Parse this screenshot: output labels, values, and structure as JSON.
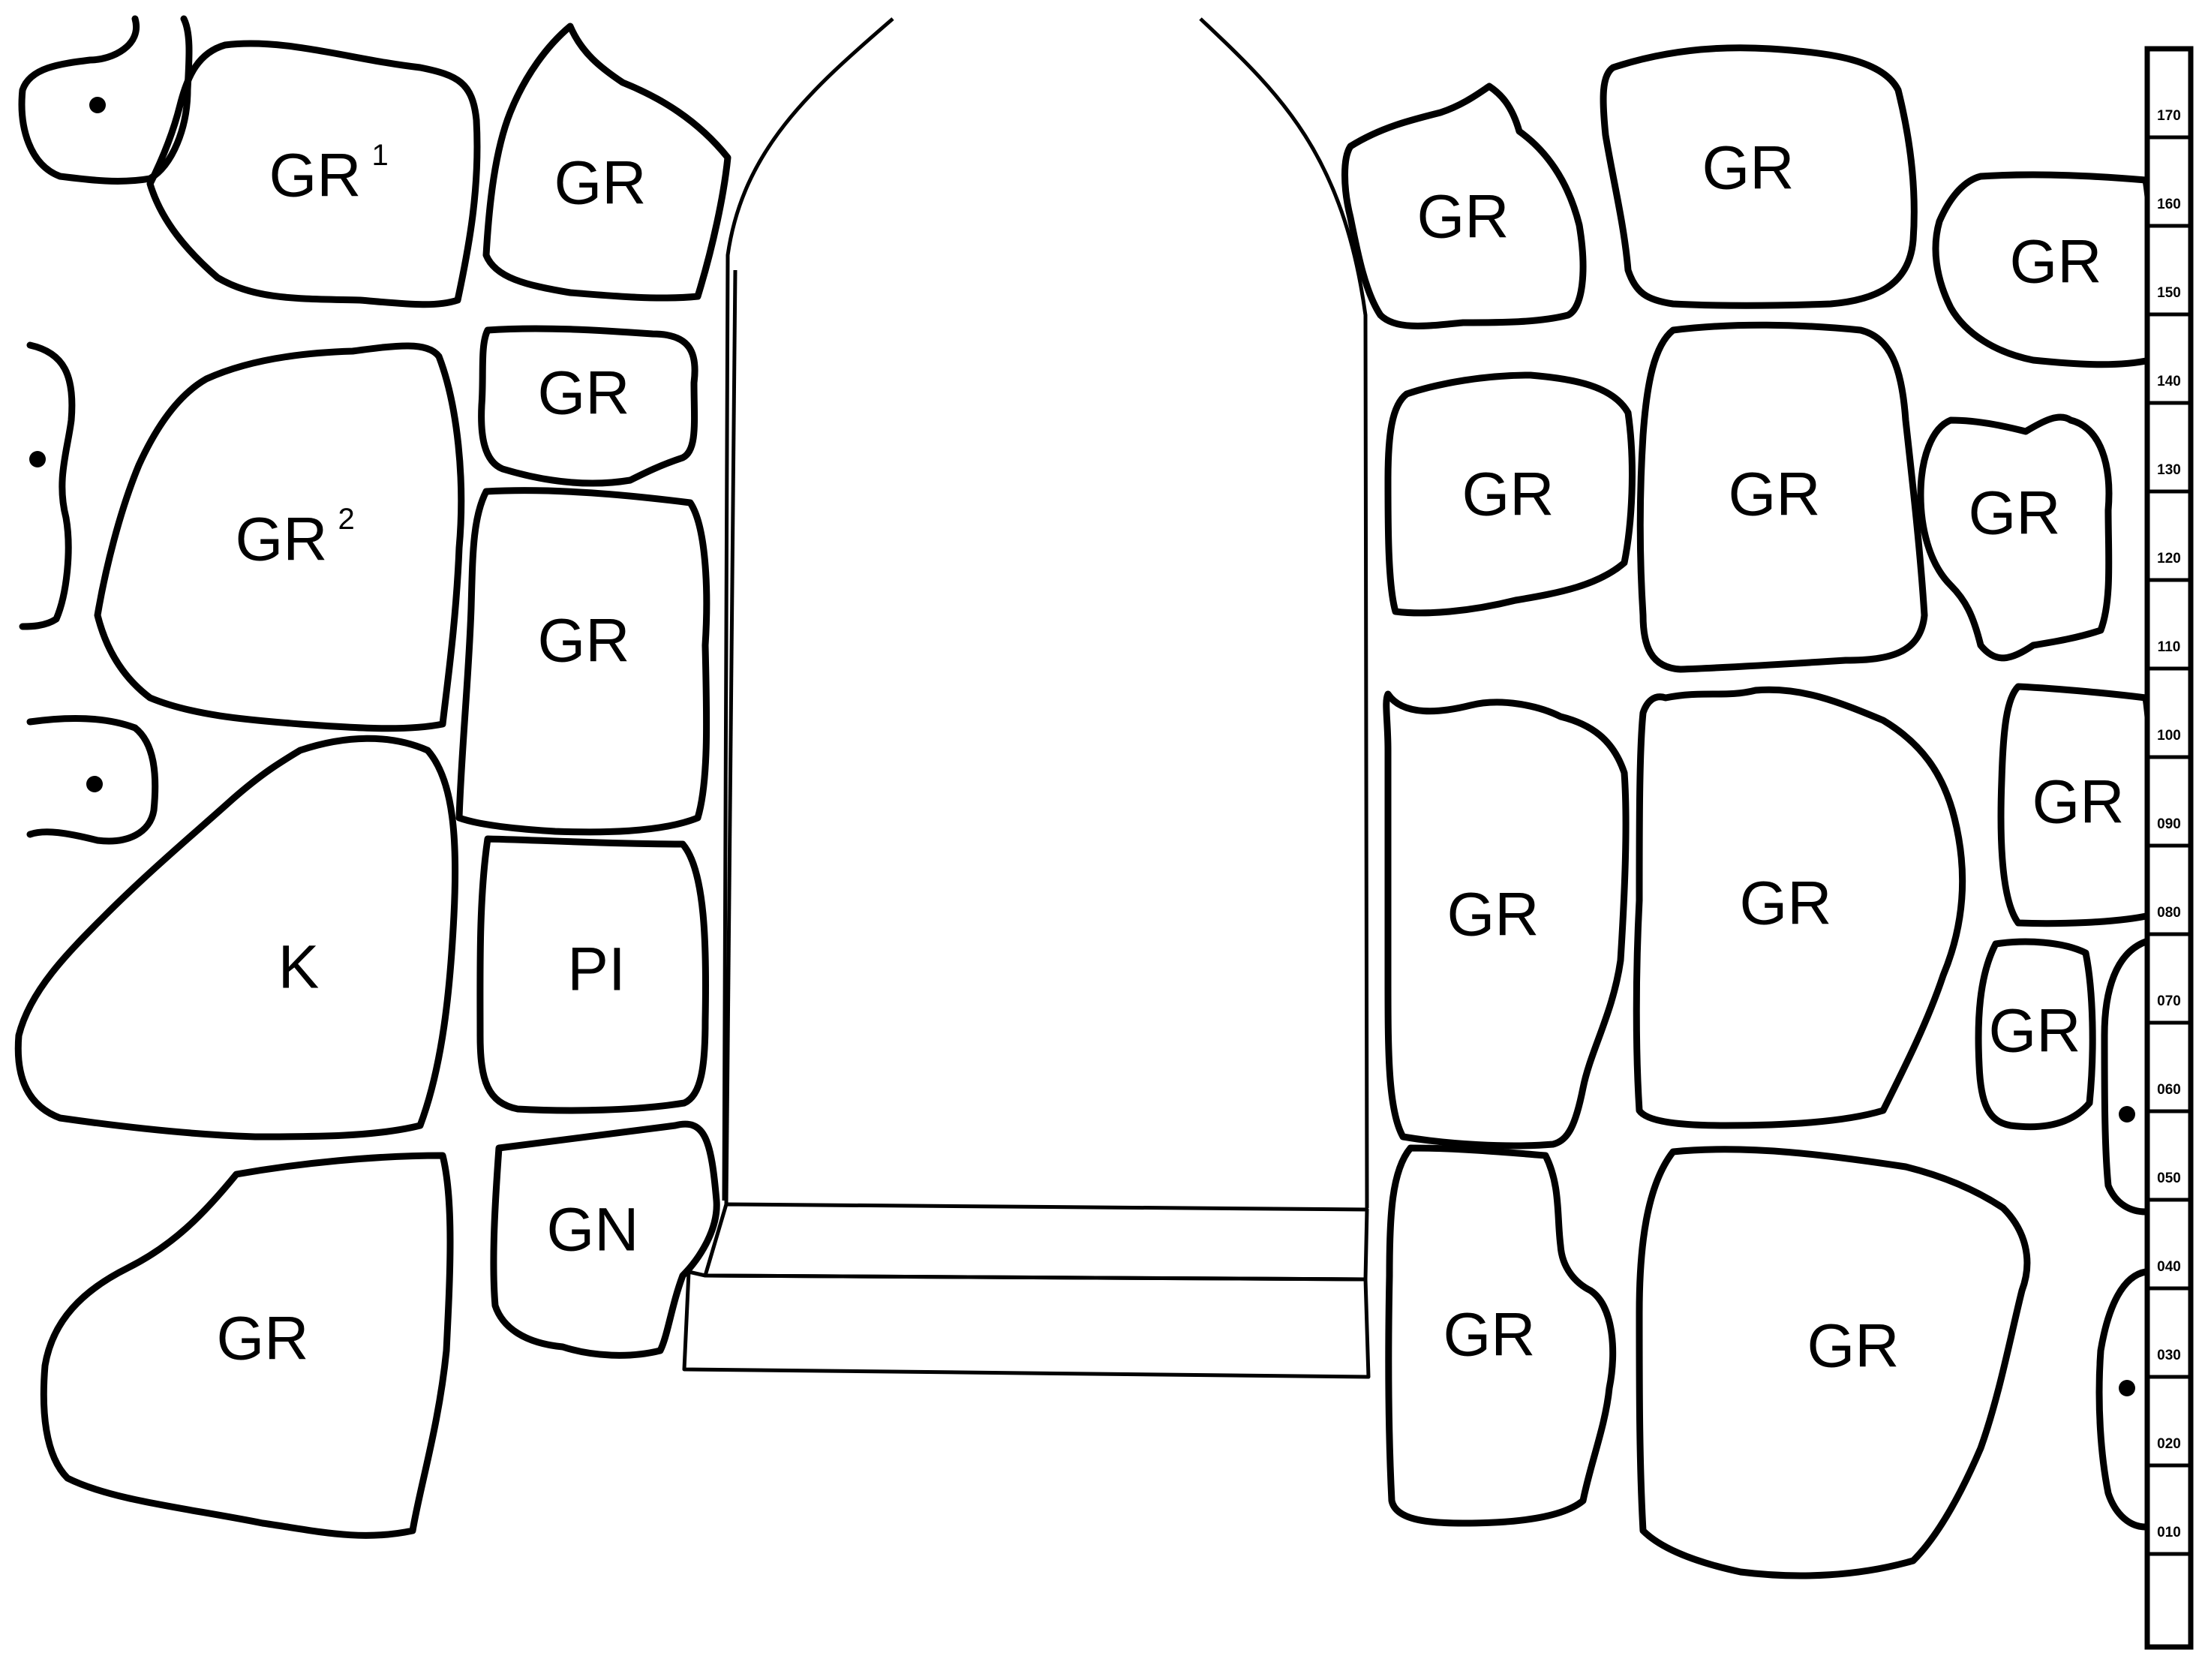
{
  "stones": [
    {
      "id": "l-top-partial",
      "label": "",
      "sup": "",
      "dot": true
    },
    {
      "id": "l-gr1",
      "label": "GR",
      "sup": "1",
      "dot": false
    },
    {
      "id": "l-jamb-top",
      "label": "GR",
      "sup": "",
      "dot": false
    },
    {
      "id": "l-mid-partial",
      "label": "",
      "sup": "",
      "dot": true
    },
    {
      "id": "l-gr2",
      "label": "GR",
      "sup": "2",
      "dot": false
    },
    {
      "id": "l-jamb-2",
      "label": "GR",
      "sup": "",
      "dot": false
    },
    {
      "id": "l-jamb-3",
      "label": "GR",
      "sup": "",
      "dot": false
    },
    {
      "id": "l-low-partial",
      "label": "",
      "sup": "",
      "dot": true
    },
    {
      "id": "l-k",
      "label": "K",
      "sup": "",
      "dot": false
    },
    {
      "id": "l-pi",
      "label": "PI",
      "sup": "",
      "dot": false
    },
    {
      "id": "l-gn",
      "label": "GN",
      "sup": "",
      "dot": false
    },
    {
      "id": "l-bottom",
      "label": "GR",
      "sup": "",
      "dot": false
    },
    {
      "id": "r-jamb-1",
      "label": "GR",
      "sup": "",
      "dot": false
    },
    {
      "id": "r-top-mid",
      "label": "GR",
      "sup": "",
      "dot": false
    },
    {
      "id": "r-top-right",
      "label": "GR",
      "sup": "",
      "dot": false
    },
    {
      "id": "r-jamb-2",
      "label": "GR",
      "sup": "",
      "dot": false
    },
    {
      "id": "r-mid",
      "label": "GR",
      "sup": "",
      "dot": false
    },
    {
      "id": "r-mid-right",
      "label": "GR",
      "sup": "",
      "dot": false
    },
    {
      "id": "r-jamb-3",
      "label": "GR",
      "sup": "",
      "dot": false
    },
    {
      "id": "r-large",
      "label": "GR",
      "sup": "",
      "dot": false
    },
    {
      "id": "r-right-3",
      "label": "GR",
      "sup": "",
      "dot": false
    },
    {
      "id": "r-small",
      "label": "GR",
      "sup": "",
      "dot": false
    },
    {
      "id": "r-jamb-4",
      "label": "GR",
      "sup": "",
      "dot": false
    },
    {
      "id": "r-bottom",
      "label": "GR",
      "sup": "",
      "dot": false
    },
    {
      "id": "r-edge-1",
      "label": "",
      "sup": "",
      "dot": true
    },
    {
      "id": "r-edge-2",
      "label": "",
      "sup": "",
      "dot": true
    }
  ],
  "scale": {
    "marks": [
      "170",
      "160",
      "150",
      "140",
      "130",
      "120",
      "110",
      "100",
      "090",
      "080",
      "070",
      "060",
      "050",
      "040",
      "030",
      "020",
      "010"
    ]
  }
}
